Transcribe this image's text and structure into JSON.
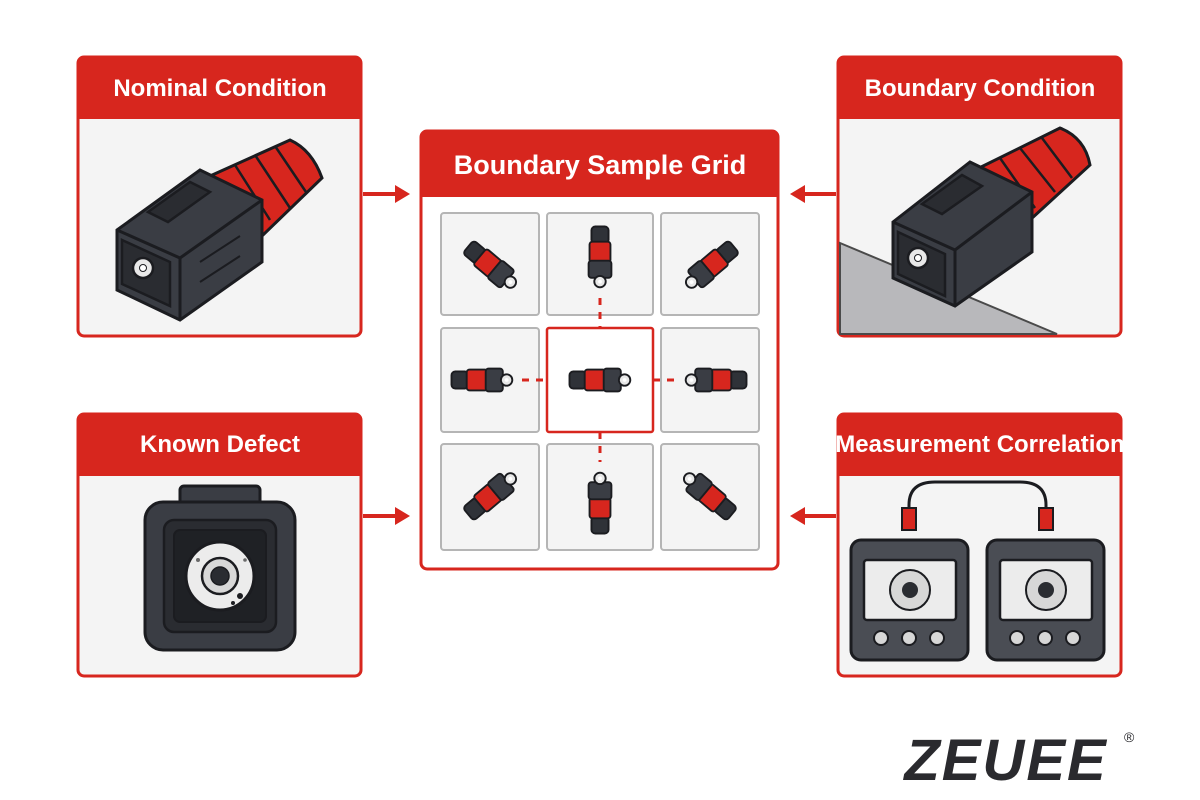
{
  "panels": {
    "nominal": {
      "title": "Nominal Condition"
    },
    "boundary": {
      "title": "Boundary Condition"
    },
    "defect": {
      "title": "Known Defect"
    },
    "correlation": {
      "title": "Measurement Correlation"
    },
    "grid": {
      "title": "Boundary Sample Grid"
    }
  },
  "logo": {
    "text": "ZEUEE",
    "mark": "®"
  },
  "colors": {
    "accent": "#d7261e",
    "panel_bg": "#f4f4f4",
    "connector_dark": "#3a3d44",
    "tile_border": "#b5b5b5"
  },
  "icons": {
    "nominal": "connector-icon",
    "boundary": "tilted-connector-icon",
    "defect": "defective-port-icon",
    "correlation": "measurement-instruments-icon"
  }
}
